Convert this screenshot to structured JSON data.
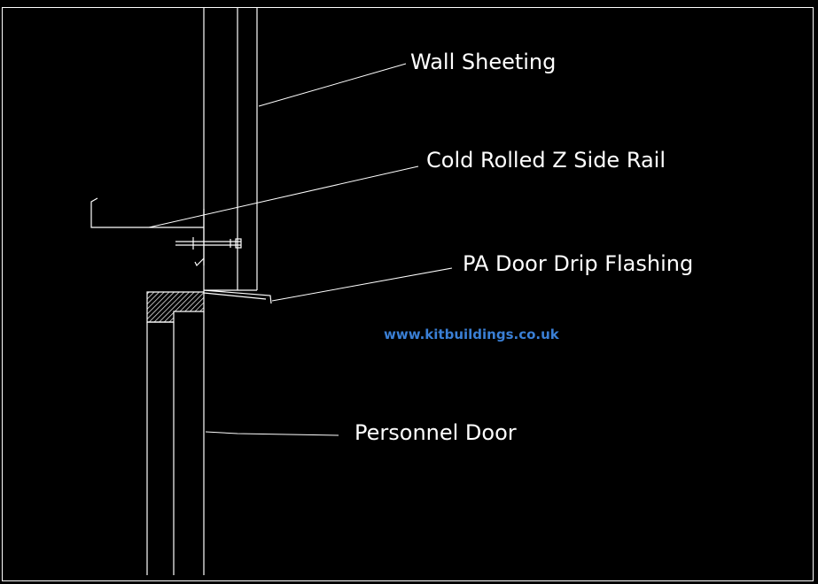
{
  "labels": {
    "wall_sheeting": "Wall Sheeting",
    "z_side_rail": "Cold Rolled Z Side Rail",
    "drip_flashing": "PA Door Drip Flashing",
    "personnel_door": "Personnel Door"
  },
  "watermark": {
    "text": "www.kitbuildings.co.uk"
  },
  "colors": {
    "background": "#000000",
    "line": "#ffffff",
    "text": "#ffffff",
    "watermark": "#3a7fd5"
  }
}
